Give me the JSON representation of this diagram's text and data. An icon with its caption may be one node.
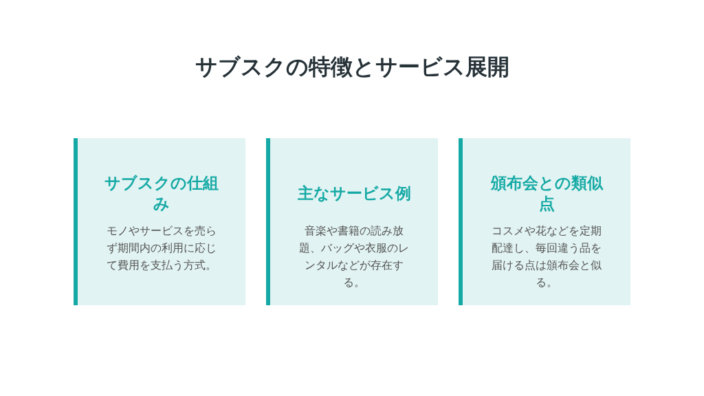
{
  "diagram": {
    "title": "サブスクの特徴とサービス展開",
    "nodes": [
      {
        "text": [
          "サブスクの仕組み",
          "モノやサービスを売らず期間内の利用に応じて費用を支払う方式。"
        ]
      },
      {
        "text": [
          "主なサービス例",
          "音楽や書籍の読み放題、バッグや衣服のレンタルなどが存在する。"
        ]
      },
      {
        "text": [
          "頒布会との類似点",
          "コスメや花などを定期配達し、毎回違う品を届ける点は頒布会と似る。"
        ]
      }
    ]
  }
}
